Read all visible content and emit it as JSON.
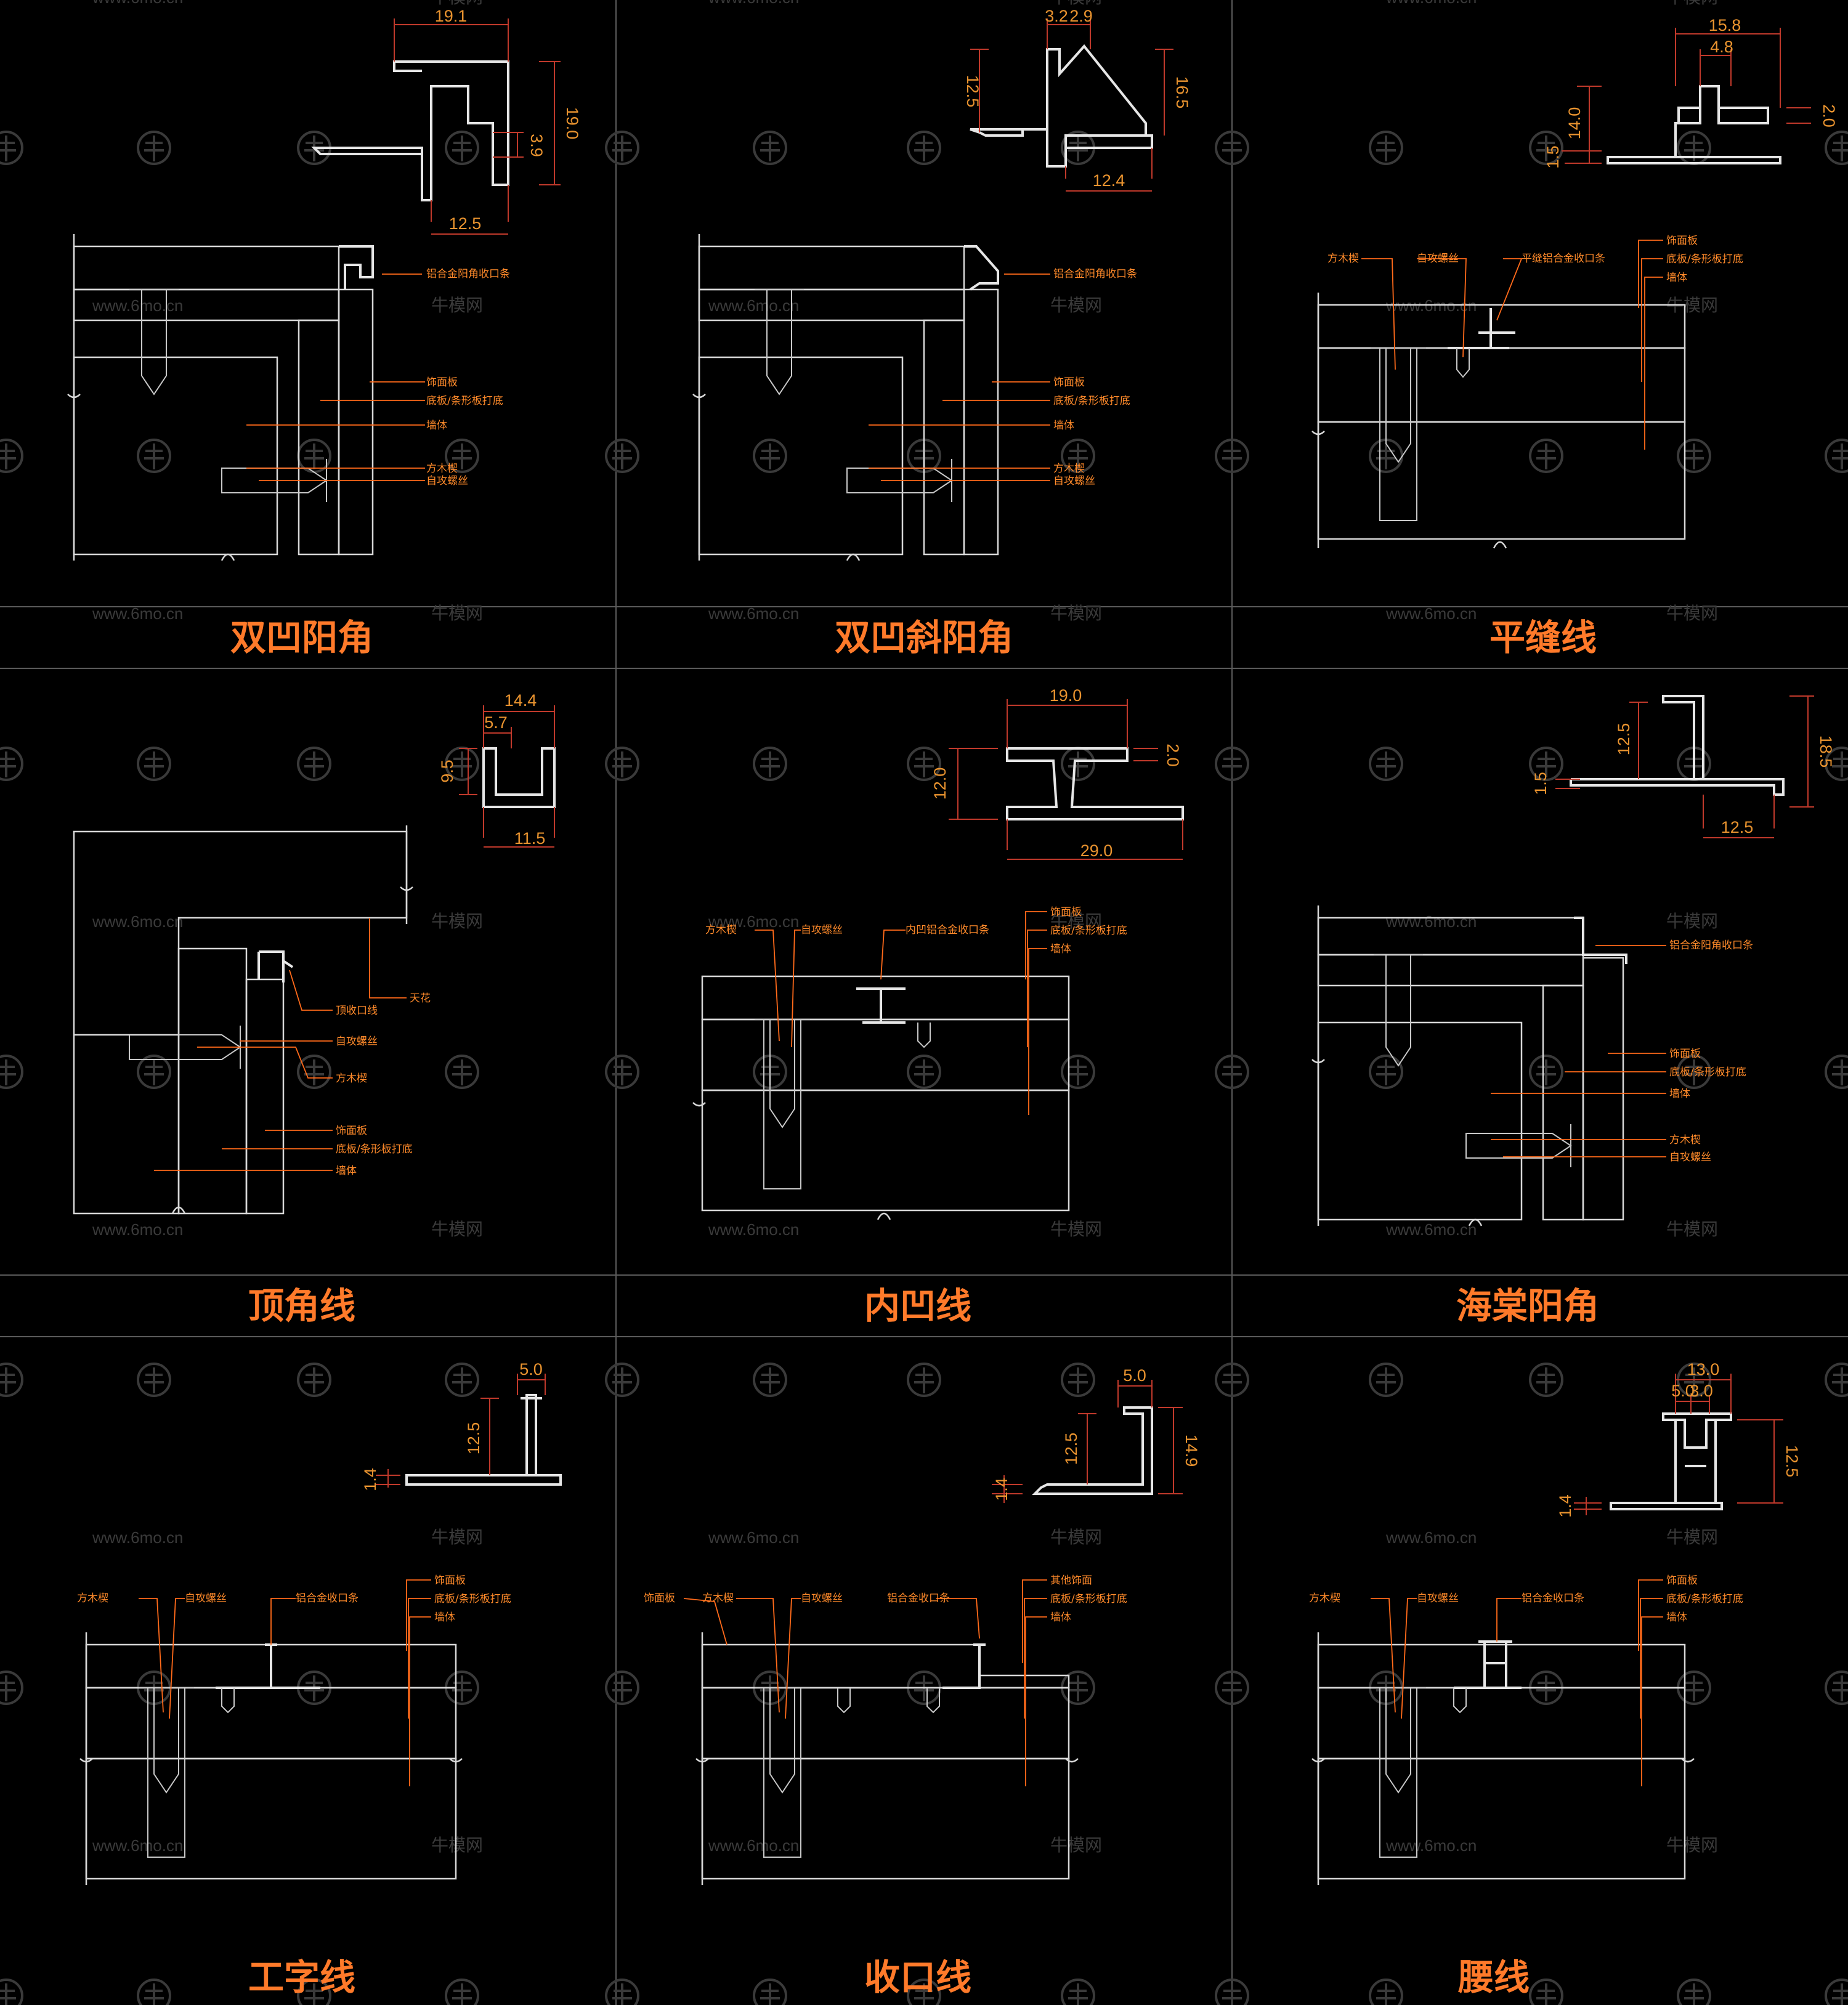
{
  "watermarks": {
    "site": "www.6mo.cn",
    "brand": "牛模网"
  },
  "panels": [
    {
      "title": "双凹阳角",
      "dims": [
        "19.1",
        "19.0",
        "3.9",
        "12.5"
      ],
      "labels": [
        "铝合金阳角收口条",
        "饰面板",
        "底板/条形板打底",
        "墙体",
        "方木楔",
        "自攻螺丝"
      ]
    },
    {
      "title": "双凹斜阳角",
      "dims": [
        "3.2",
        "2.9",
        "12.5",
        "16.5",
        "12.4"
      ],
      "labels": [
        "铝合金阳角收口条",
        "饰面板",
        "底板/条形板打底",
        "墙体",
        "方木楔",
        "自攻螺丝"
      ]
    },
    {
      "title": "平缝线",
      "dims": [
        "15.8",
        "4.8",
        "14.0",
        "1.5",
        "2.0"
      ],
      "labels": [
        "方木楔",
        "自攻螺丝",
        "平缝铝合金收口条",
        "饰面板",
        "底板/条形板打底",
        "墙体"
      ]
    },
    {
      "title": "顶角线",
      "dims": [
        "14.4",
        "5.7",
        "9.5",
        "11.5"
      ],
      "labels": [
        "天花",
        "顶收口线",
        "自攻螺丝",
        "方木楔",
        "饰面板",
        "底板/条形板打底",
        "墙体"
      ]
    },
    {
      "title": "内凹线",
      "dims": [
        "19.0",
        "2.0",
        "12.0",
        "29.0"
      ],
      "labels": [
        "方木楔",
        "自攻螺丝",
        "内凹铝合金收口条",
        "饰面板",
        "底板/条形板打底",
        "墙体"
      ]
    },
    {
      "title": "海棠阳角",
      "dims": [
        "12.5",
        "1.5",
        "18.5",
        "12.5"
      ],
      "labels": [
        "铝合金阳角收口条",
        "饰面板",
        "底板/条形板打底",
        "墙体",
        "方木楔",
        "自攻螺丝"
      ]
    },
    {
      "title": "工字线",
      "dims": [
        "5.0",
        "12.5",
        "1.4"
      ],
      "labels": [
        "方木楔",
        "自攻螺丝",
        "铝合金收口条",
        "饰面板",
        "底板/条形板打底",
        "墙体"
      ]
    },
    {
      "title": "收口线",
      "dims": [
        "5.0",
        "12.5",
        "14.9",
        "1.4"
      ],
      "labels": [
        "饰面板",
        "方木楔",
        "自攻螺丝",
        "铝合金收口条",
        "其他饰面",
        "底板/条形板打底",
        "墙体"
      ]
    },
    {
      "title": "腰线",
      "dims": [
        "13.0",
        "5.0",
        "3.0",
        "12.5",
        "1.4"
      ],
      "labels": [
        "方木楔",
        "自攻螺丝",
        "铝合金收口条",
        "饰面板",
        "底板/条形板打底",
        "墙体"
      ]
    }
  ],
  "colors": {
    "title": "#ff7a2a",
    "dimension": "#c0392b",
    "dimension_text": "#e9932f",
    "label": "#ff8a2a",
    "line": "#d8d8d8",
    "grid": "#5a5a5a",
    "watermark": "#3a3a3a"
  },
  "icons": [
    "niumo-logo-icon",
    "screw-icon",
    "hatch-pattern"
  ]
}
